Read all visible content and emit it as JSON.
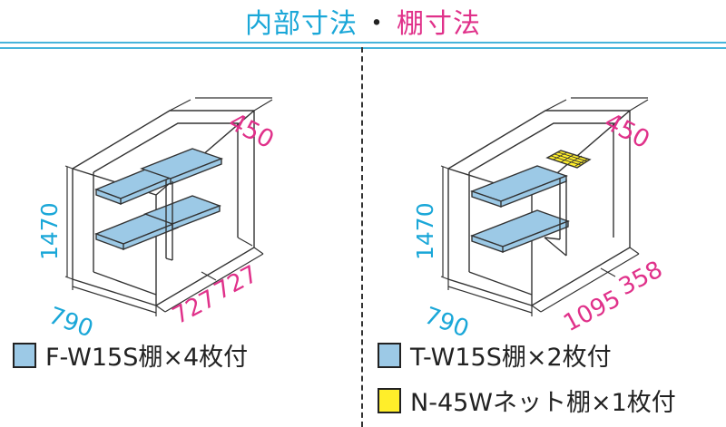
{
  "header": {
    "title_part1": "内部寸法",
    "title_separator": "・",
    "title_part2": "棚寸法"
  },
  "colors": {
    "cyan": "#1aa7d8",
    "pink": "#e0318a",
    "shelf_blue": "#9cc9e6",
    "net_yellow": "#ffee2a",
    "line": "#333333"
  },
  "left_panel": {
    "height_label": "1470",
    "depth_label": "790",
    "shelf_depth_label": "450",
    "shelf_width_label_1": "727",
    "shelf_width_label_2": "727",
    "legend": [
      {
        "label": "F-W15S棚×4枚付",
        "color": "#9cc9e6"
      }
    ]
  },
  "right_panel": {
    "height_label": "1470",
    "depth_label": "790",
    "shelf_depth_label": "450",
    "shelf_width_label_1": "1095",
    "shelf_width_label_2": "358",
    "legend": [
      {
        "label": "T-W15S棚×2枚付",
        "color": "#9cc9e6"
      },
      {
        "label": "N-45Wネット棚×1枚付",
        "color": "#ffee2a"
      }
    ]
  }
}
